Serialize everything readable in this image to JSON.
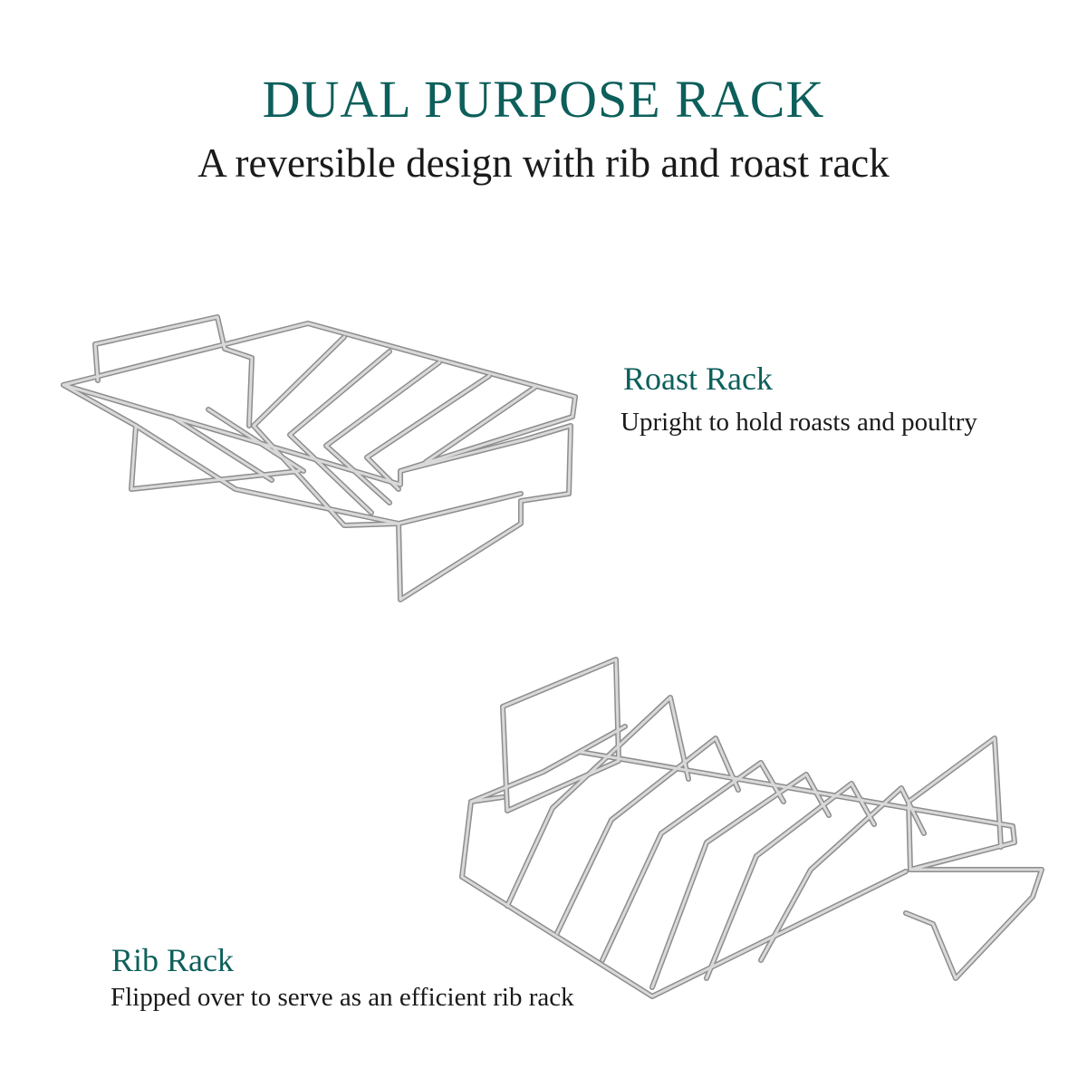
{
  "header": {
    "title": "DUAL PURPOSE RACK",
    "subtitle": "A reversible design with rib and roast rack"
  },
  "roast_rack": {
    "title": "Roast Rack",
    "description": "Upright to hold roasts and poultry",
    "image": "roast-rack-image"
  },
  "rib_rack": {
    "title": "Rib Rack",
    "description": "Flipped over to serve as an efficient rib rack",
    "image": "rib-rack-image"
  },
  "colors": {
    "title_teal": "#0d5f5b",
    "text_dark": "#1a1a1a",
    "background": "#ffffff",
    "wire_steel": "#a8a8a8"
  }
}
